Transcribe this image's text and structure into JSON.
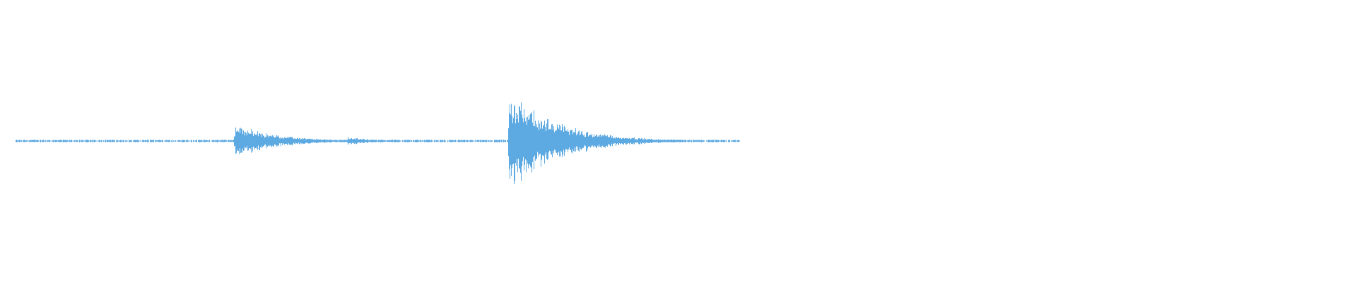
{
  "waveform": {
    "color": "#5DA9E1",
    "background": "#ffffff",
    "played_fraction": 0.545,
    "bursts": [
      {
        "start": 0.173,
        "peak": 0.33,
        "decay": 0.03
      },
      {
        "start": 0.256,
        "peak": 0.08,
        "decay": 0.02
      },
      {
        "start": 0.375,
        "peak": 1.0,
        "decay": 0.035
      }
    ]
  }
}
